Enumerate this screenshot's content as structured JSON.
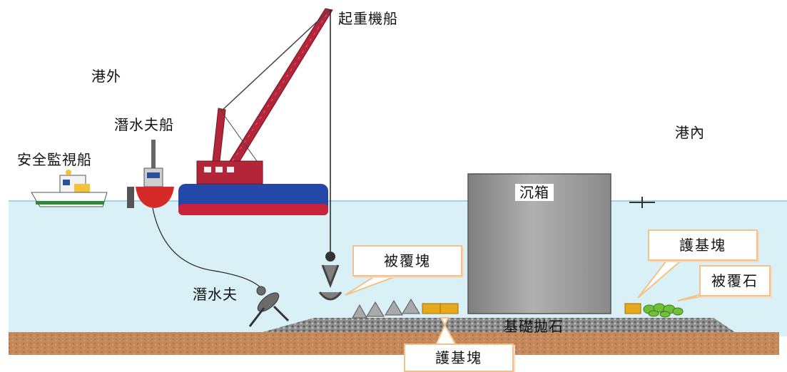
{
  "labels": {
    "crane_ship": "起重機船",
    "outer_harbor": "港外",
    "diver_ship": "潛水夫船",
    "safety_ship": "安全監視船",
    "inner_harbor": "港內",
    "caisson": "沉箱",
    "diver": "潛水夫",
    "armor_block_left": "被覆塊",
    "toe_block_right": "護基塊",
    "armor_stone": "被覆石",
    "foundation_rubble": "基礎拋石",
    "toe_block_bottom": "護基塊"
  },
  "colors": {
    "sea": "#d9f1f6",
    "seabed": "#c4885a",
    "caisson": "#9b9b9b",
    "crane": "#b3263a",
    "barge_deck": "#2448a8",
    "barge_hull": "#c8233a",
    "toe_block": "#e8a81e",
    "armor_stone": "#6fbf3a",
    "callout_border": "#f2c28a"
  }
}
